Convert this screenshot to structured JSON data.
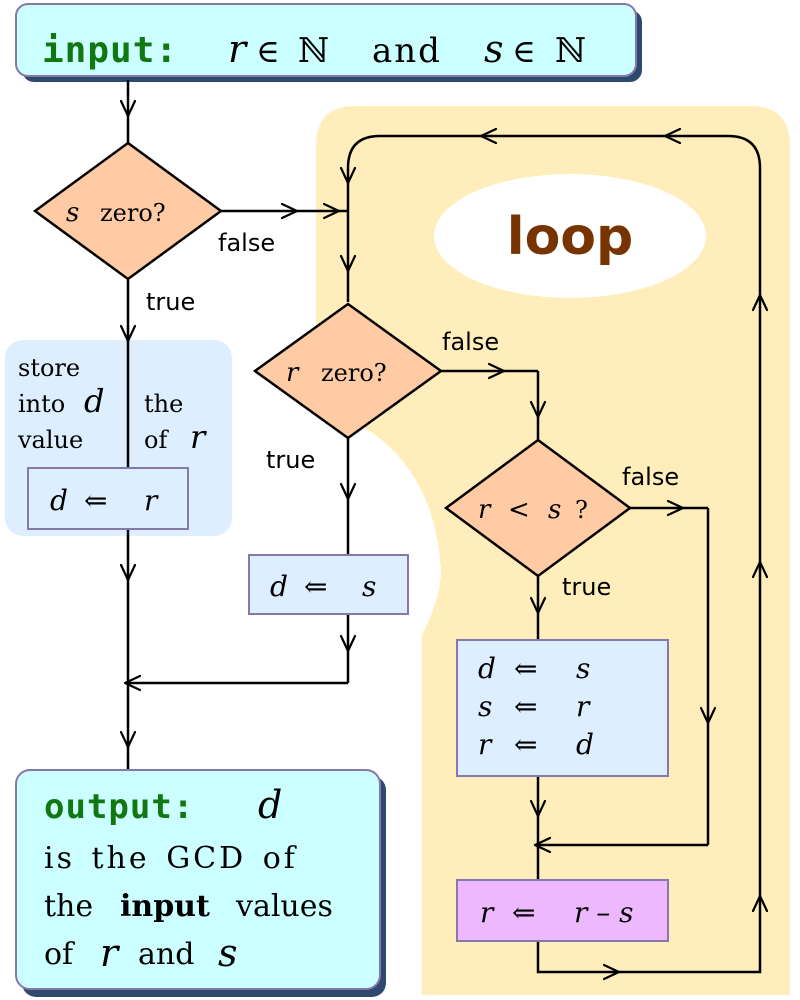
{
  "input": {
    "keyword": "input:",
    "r_var": "r",
    "elem1": "∈",
    "set1": "ℕ",
    "and": "and",
    "s_var": "s",
    "elem2": "∈",
    "set2": "ℕ"
  },
  "loop_label": "loop",
  "decisions": {
    "s_zero": {
      "var": "s",
      "text": "zero?"
    },
    "r_zero": {
      "var": "r",
      "text": "zero?"
    },
    "r_lt_s": {
      "lhs": "r",
      "op": "<",
      "rhs": "s",
      "q": "?"
    }
  },
  "branch_labels": {
    "s_zero_false": "false",
    "s_zero_true": "true",
    "r_zero_false": "false",
    "r_zero_true": "true",
    "r_lt_s_false": "false",
    "r_lt_s_true": "true"
  },
  "note": {
    "left_col": [
      "store",
      "into",
      "value"
    ],
    "left_var": "d",
    "right_col": [
      "the",
      "of"
    ],
    "right_var": "r"
  },
  "boxes": {
    "d_r": {
      "lhs": "d",
      "arrow": "⇐",
      "rhs": "r"
    },
    "d_s": {
      "lhs": "d",
      "arrow": "⇐",
      "rhs": "s"
    },
    "swap": [
      {
        "lhs": "d",
        "arrow": "⇐",
        "rhs": "s"
      },
      {
        "lhs": "s",
        "arrow": "⇐",
        "rhs": "r"
      },
      {
        "lhs": "r",
        "arrow": "⇐",
        "rhs": "d"
      }
    ],
    "subtract": {
      "lhs": "r",
      "arrow": "⇐",
      "rhs": "r – s"
    }
  },
  "output": {
    "keyword": "output:",
    "var": "d",
    "line2": "is the GCD of",
    "line3_pre": "the",
    "line3_bold": "input",
    "line3_post": "values",
    "line4_of": "of",
    "line4_r": "r",
    "line4_and": "and",
    "line4_s": "s"
  },
  "colors": {
    "io_fill": "#ccffff",
    "io_shadow": "#2d4a6e",
    "diamond_fill": "#ffcba4",
    "box_fill": "#ddeeff",
    "subtract_fill": "#eeb8ff",
    "loop_bg": "#ffeebb",
    "note_bg": "#ddeeff",
    "keyword": "#117711",
    "loop_text": "#773300"
  }
}
